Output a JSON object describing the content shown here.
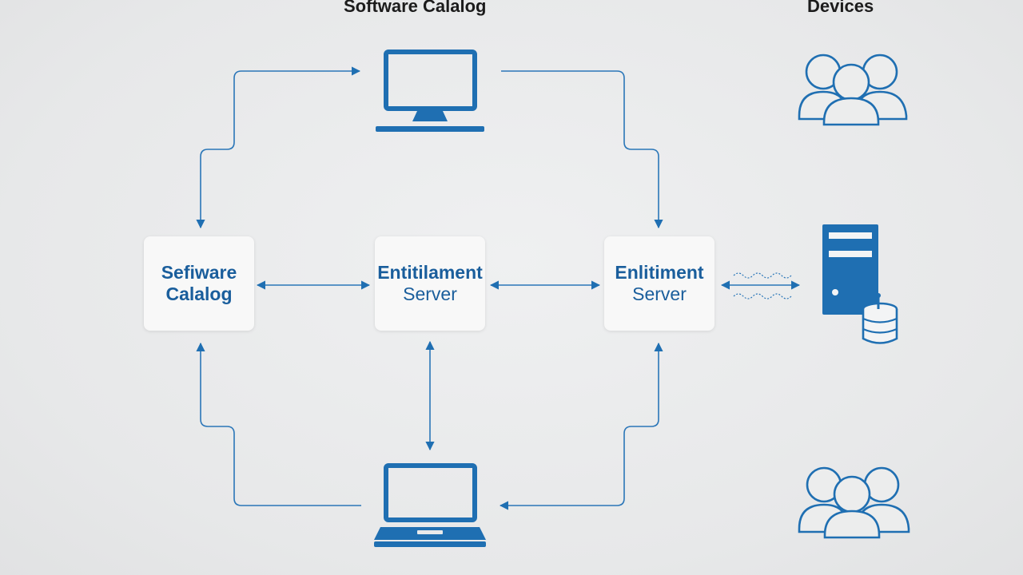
{
  "headings": {
    "left": "Software Calalog",
    "right": "Devices"
  },
  "nodes": {
    "catalog": {
      "line1": "Sefiware",
      "line2": "Calalog"
    },
    "entitlement_1": {
      "line1": "Entitilament",
      "line2": "Server"
    },
    "entitlement_2": {
      "line1": "Enlitiment",
      "line2": "Server"
    }
  },
  "icons": {
    "top": "desktop-monitor-icon",
    "bottom": "laptop-icon",
    "users_top": "user-group-icon",
    "users_bottom": "user-group-icon",
    "server": "server-tower-icon",
    "database": "database-icon"
  },
  "colors": {
    "accent": "#1f6fb2",
    "line": "#2a76b8",
    "label": "#1a5e9c",
    "heading": "#1c1c1c",
    "background": "#e9eaeb"
  }
}
